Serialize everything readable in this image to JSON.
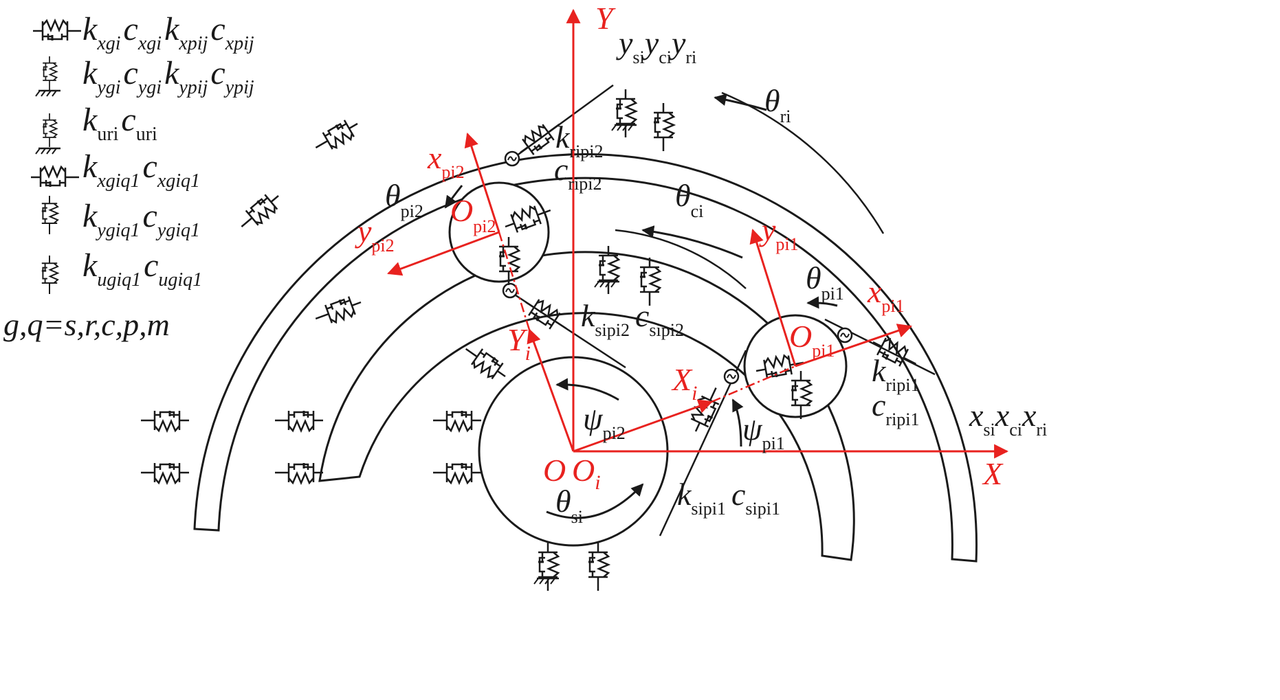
{
  "colors": {
    "ink": "#1a1a1a",
    "frame": "#e8221f"
  },
  "legend": [
    {
      "icon": "spring-damper-ground-horizontal-icon",
      "parts": [
        [
          "k",
          "it"
        ],
        [
          "xgi",
          "it sub"
        ],
        [
          "c",
          "it"
        ],
        [
          "xgi",
          "it sub"
        ],
        [
          "k",
          "it"
        ],
        [
          "xpij",
          "it sub"
        ],
        [
          "c",
          "it"
        ],
        [
          "xpij",
          "it sub"
        ]
      ]
    },
    {
      "icon": "spring-damper-ground-vertical-icon",
      "parts": [
        [
          "k",
          "it"
        ],
        [
          "ygi",
          "it sub"
        ],
        [
          "c",
          "it"
        ],
        [
          "ygi",
          "it sub"
        ],
        [
          "k",
          "it"
        ],
        [
          "ypij",
          "it sub"
        ],
        [
          "c",
          "it"
        ],
        [
          "ypij",
          "it sub"
        ]
      ]
    },
    {
      "icon": "torsional-spring-damper-ground-icon",
      "parts": [
        [
          "k",
          "it"
        ],
        [
          "uri",
          "sub"
        ],
        [
          "c",
          "it"
        ],
        [
          "uri",
          "sub"
        ]
      ]
    },
    {
      "icon": "spring-damper-horizontal-icon",
      "parts": [
        [
          "k",
          "it"
        ],
        [
          "xgiq1",
          "it sub"
        ],
        [
          "c",
          "it"
        ],
        [
          "xgiq1",
          "it sub"
        ]
      ]
    },
    {
      "icon": "spring-damper-vertical-icon",
      "parts": [
        [
          "k",
          "it"
        ],
        [
          "ygiq1",
          "it sub"
        ],
        [
          "c",
          "it"
        ],
        [
          "ygiq1",
          "it sub"
        ]
      ]
    },
    {
      "icon": "torsional-spring-damper-icon",
      "parts": [
        [
          "k",
          "it"
        ],
        [
          "ugiq1",
          "it sub"
        ],
        [
          "c",
          "it"
        ],
        [
          "ugiq1",
          "it sub"
        ]
      ]
    }
  ],
  "legend_note": "g,q=s,r,c,p,m",
  "axes": {
    "global_x": "X",
    "global_y": "Y",
    "origin": "O",
    "origin_i": "O",
    "origin_i_sub": "i",
    "local_x": "X",
    "local_x_sub": "i",
    "local_y": "Y",
    "local_y_sub": "i"
  },
  "planet1": {
    "x": "x",
    "x_sub": "pi1",
    "y": "y",
    "y_sub": "pi1",
    "origin": "O",
    "origin_sub": "pi1",
    "theta": "θ",
    "theta_sub": "pi1",
    "psi": "ψ",
    "psi_sub": "pi1",
    "k_ring": "k",
    "k_ring_sub": "ripi1",
    "c_ring": "c",
    "c_ring_sub": "ripi1",
    "k_sun": "k",
    "k_sun_sub": "sipi1",
    "c_sun": "c",
    "c_sun_sub": "sipi1"
  },
  "planet2": {
    "x": "x",
    "x_sub": "pi2",
    "y": "y",
    "y_sub": "pi2",
    "origin": "O",
    "origin_sub": "pi2",
    "theta": "θ",
    "theta_sub": "pi2",
    "psi": "ψ",
    "psi_sub": "pi2",
    "k_ring": "k",
    "k_ring_sub": "ripi2",
    "c_ring": "c",
    "c_ring_sub": "ripi2",
    "k_sun": "k",
    "k_sun_sub": "sipi2",
    "c_sun": "c",
    "c_sun_sub": "sipi2"
  },
  "sun": {
    "theta": "θ",
    "theta_sub": "si"
  },
  "carrier": {
    "theta": "θ",
    "theta_sub": "ci"
  },
  "ring": {
    "theta": "θ",
    "theta_sub": "ri"
  },
  "top_coords": {
    "ys": "y",
    "ys_sub": "si",
    "yc": "y",
    "yc_sub": "ci",
    "yr": "y",
    "yr_sub": "ri"
  },
  "right_coords": {
    "xs": "x",
    "xs_sub": "si",
    "xc": "x",
    "xc_sub": "ci",
    "xr": "x",
    "xr_sub": "ri"
  }
}
